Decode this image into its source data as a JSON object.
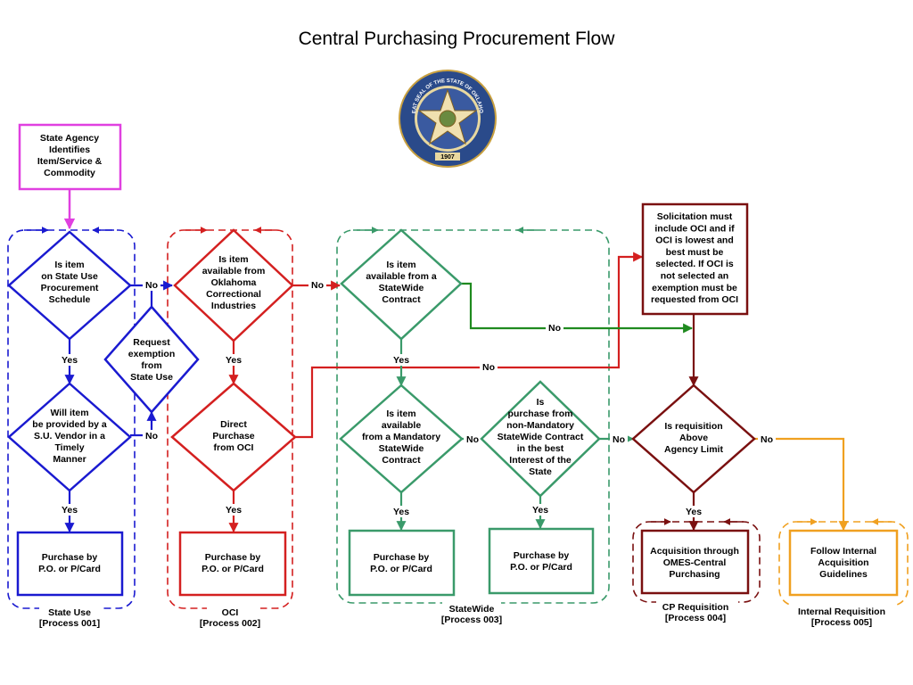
{
  "title": "Central Purchasing Procurement Flow",
  "seal": {
    "ring_text": "GREAT SEAL OF THE STATE OF OKLAHOMA",
    "year": "1907"
  },
  "colors": {
    "magenta": "#e040e0",
    "blue": "#1a1ad0",
    "red": "#d42020",
    "green_teal": "#3a9a6a",
    "green_dark": "#1f8a1f",
    "maroon": "#7a1010",
    "orange": "#f0a020"
  },
  "nodes": {
    "start": [
      "State Agency",
      "Identifies",
      "Item/Service &",
      "Commodity"
    ],
    "su_schedule": [
      "Is item",
      "on State Use",
      "Procurement",
      "Schedule"
    ],
    "su_vendor": [
      "Will item",
      "be provided by a",
      "S.U. Vendor in a",
      "Timely",
      "Manner"
    ],
    "su_exemption": [
      "Request",
      "exemption",
      "from",
      "State Use"
    ],
    "su_purchase": [
      "Purchase by",
      "P.O. or P/Card"
    ],
    "oci_available": [
      "Is item",
      "available from",
      "Oklahoma",
      "Correctional",
      "Industries"
    ],
    "oci_direct": [
      "Direct",
      "Purchase",
      "from OCI"
    ],
    "oci_purchase": [
      "Purchase by",
      "P.O. or P/Card"
    ],
    "sw_contract": [
      "Is item",
      "available from a",
      "StateWide",
      "Contract"
    ],
    "sw_mandatory": [
      "Is item",
      "available",
      "from a Mandatory",
      "StateWide",
      "Contract"
    ],
    "sw_nonmandatory": [
      "Is",
      "purchase from",
      "non-Mandatory",
      "StateWide Contract",
      "in the best",
      "Interest of the",
      "State"
    ],
    "sw_purchase1": [
      "Purchase by",
      "P.O. or P/Card"
    ],
    "sw_purchase2": [
      "Purchase by",
      "P.O. or P/Card"
    ],
    "solicitation": [
      "Solicitation must",
      "include OCI and if",
      "OCI is lowest and",
      "best must be",
      "selected. If OCI is",
      "not selected an",
      "exemption must be",
      "requested from OCI"
    ],
    "cp_limit": [
      "Is requisition",
      "Above",
      "Agency Limit"
    ],
    "cp_acquisition": [
      "Acquisition through",
      "OMES-Central",
      "Purchasing"
    ],
    "internal_follow": [
      "Follow Internal",
      "Acquisition",
      "Guidelines"
    ]
  },
  "edge_labels": {
    "yes": "Yes",
    "no": "No"
  },
  "groups": {
    "state_use": [
      "State Use",
      "[Process 001]"
    ],
    "oci": [
      "OCI",
      "[Process 002]"
    ],
    "statewide": [
      "StateWide",
      "[Process 003]"
    ],
    "cp": [
      "CP Requisition",
      "[Process 004]"
    ],
    "internal": [
      "Internal Requisition",
      "[Process 005]"
    ]
  }
}
